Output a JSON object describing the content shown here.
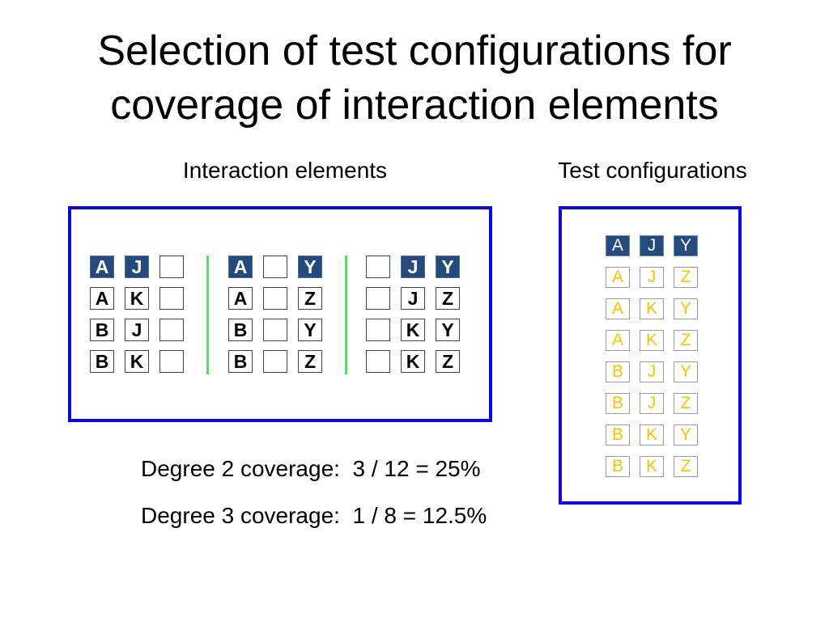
{
  "title": {
    "line1": "Selection of test configurations for",
    "line2": "coverage of interaction elements"
  },
  "headings": {
    "interaction_elements": "Interaction elements",
    "test_configurations": "Test configurations"
  },
  "interaction_groups": [
    {
      "rows": [
        {
          "cells": [
            "A",
            "J",
            ""
          ],
          "highlighted": true
        },
        {
          "cells": [
            "A",
            "K",
            ""
          ],
          "highlighted": false
        },
        {
          "cells": [
            "B",
            "J",
            ""
          ],
          "highlighted": false
        },
        {
          "cells": [
            "B",
            "K",
            ""
          ],
          "highlighted": false
        }
      ]
    },
    {
      "rows": [
        {
          "cells": [
            "A",
            "",
            "Y"
          ],
          "highlighted": true
        },
        {
          "cells": [
            "A",
            "",
            "Z"
          ],
          "highlighted": false
        },
        {
          "cells": [
            "B",
            "",
            "Y"
          ],
          "highlighted": false
        },
        {
          "cells": [
            "B",
            "",
            "Z"
          ],
          "highlighted": false
        }
      ]
    },
    {
      "rows": [
        {
          "cells": [
            "",
            "J",
            "Y"
          ],
          "highlighted": true
        },
        {
          "cells": [
            "",
            "J",
            "Z"
          ],
          "highlighted": false
        },
        {
          "cells": [
            "",
            "K",
            "Y"
          ],
          "highlighted": false
        },
        {
          "cells": [
            "",
            "K",
            "Z"
          ],
          "highlighted": false
        }
      ]
    }
  ],
  "test_configurations": [
    {
      "cells": [
        "A",
        "J",
        "Y"
      ],
      "highlighted": true
    },
    {
      "cells": [
        "A",
        "J",
        "Z"
      ],
      "highlighted": false
    },
    {
      "cells": [
        "A",
        "K",
        "Y"
      ],
      "highlighted": false
    },
    {
      "cells": [
        "A",
        "K",
        "Z"
      ],
      "highlighted": false
    },
    {
      "cells": [
        "B",
        "J",
        "Y"
      ],
      "highlighted": false
    },
    {
      "cells": [
        "B",
        "J",
        "Z"
      ],
      "highlighted": false
    },
    {
      "cells": [
        "B",
        "K",
        "Y"
      ],
      "highlighted": false
    },
    {
      "cells": [
        "B",
        "K",
        "Z"
      ],
      "highlighted": false
    }
  ],
  "coverage": {
    "degree2": "Degree 2 coverage:  3 / 12 = 25%",
    "degree3": "Degree 3 coverage:  1 / 8 = 12.5%"
  },
  "colors": {
    "panel_border": "#0a0ae0",
    "highlight_fill": "#254a7c",
    "divider": "#5ed95e",
    "configuration_text": "#ffc000"
  }
}
